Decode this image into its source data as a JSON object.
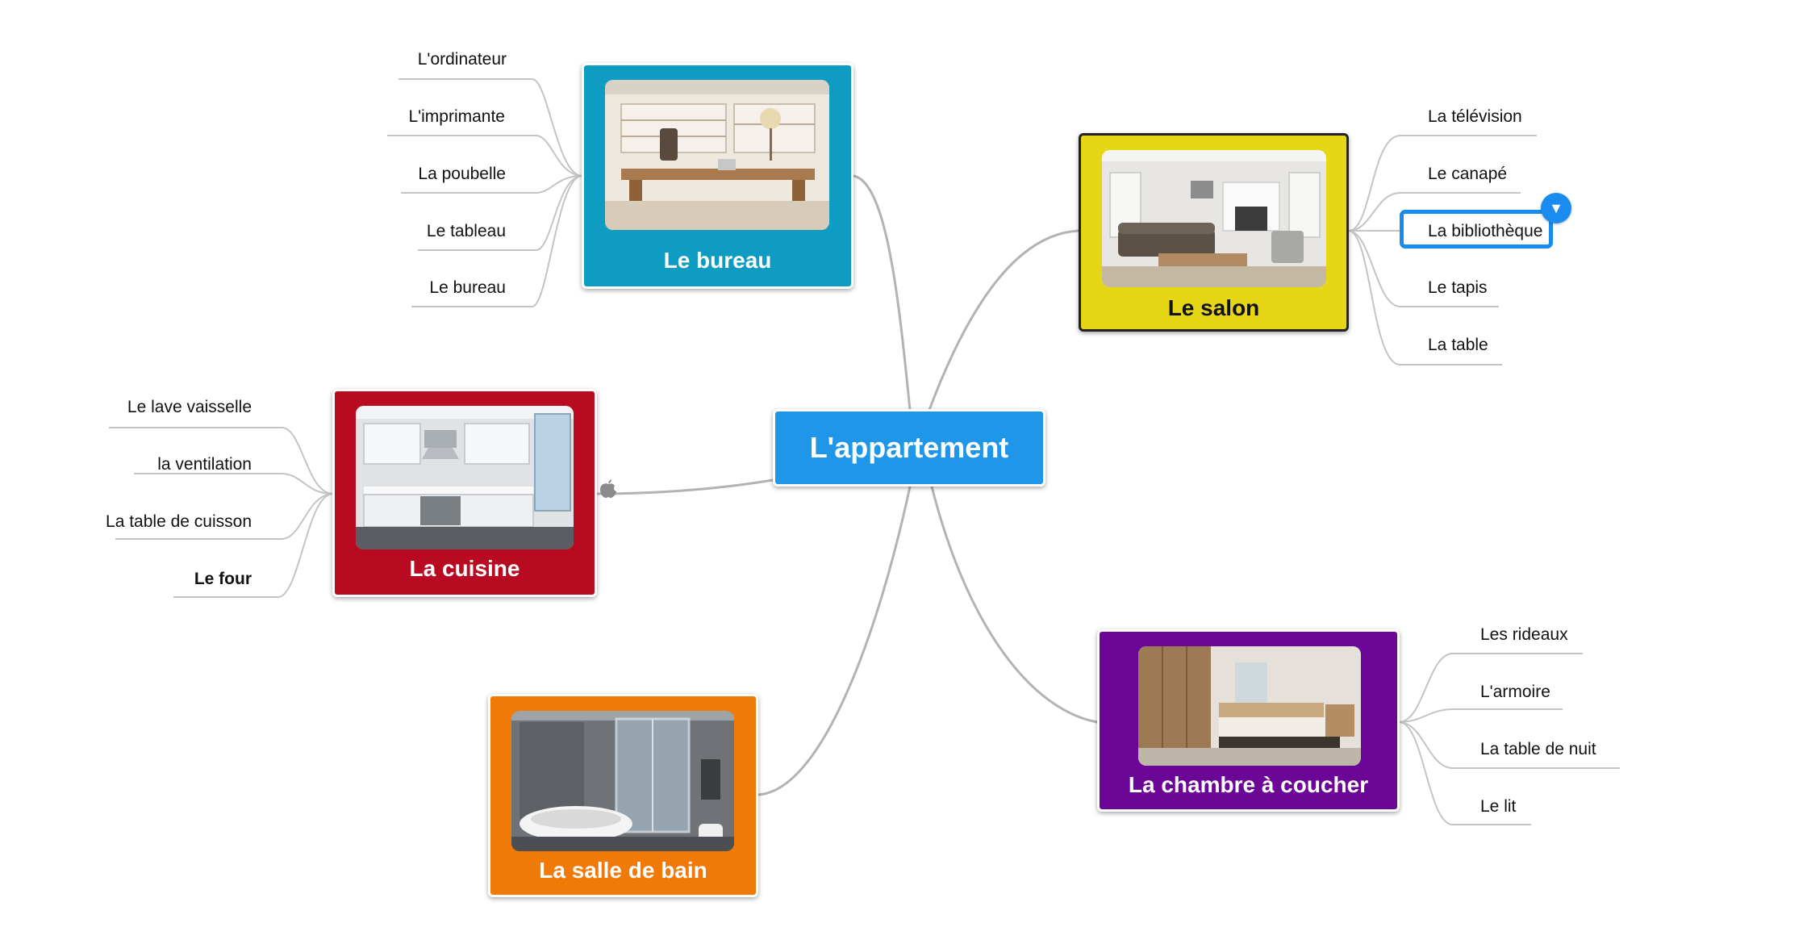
{
  "root": {
    "label": "L'appartement",
    "color": "#1f96e8"
  },
  "topics": {
    "bureau": {
      "label": "Le bureau",
      "color": "#0e9cc2",
      "leaves": [
        "L'ordinateur",
        "L'imprimante",
        "La poubelle",
        "Le tableau",
        "Le bureau"
      ]
    },
    "salon": {
      "label": "Le salon",
      "color": "#e6d716",
      "leaves": [
        "La télévision",
        "Le canapé",
        "La bibliothèque",
        "Le tapis",
        "La table"
      ]
    },
    "cuisine": {
      "label": "La cuisine",
      "color": "#b80b21",
      "leaves": [
        "Le lave vaisselle",
        "la ventilation",
        "La table de cuisson",
        "Le four"
      ]
    },
    "chambre": {
      "label": "La chambre à coucher",
      "color": "#6c0696",
      "leaves": [
        "Les rideaux",
        "L'armoire",
        "La table de nuit",
        "Le lit"
      ]
    },
    "salle_de_bain": {
      "label": "La salle de bain",
      "color": "#f07a08",
      "leaves": []
    }
  },
  "selection": {
    "selected_leaf": "La bibliothèque",
    "accent": "#1a8cf0"
  },
  "icons": {
    "collapse": "triangle-down-icon",
    "marker": "apple-icon"
  }
}
